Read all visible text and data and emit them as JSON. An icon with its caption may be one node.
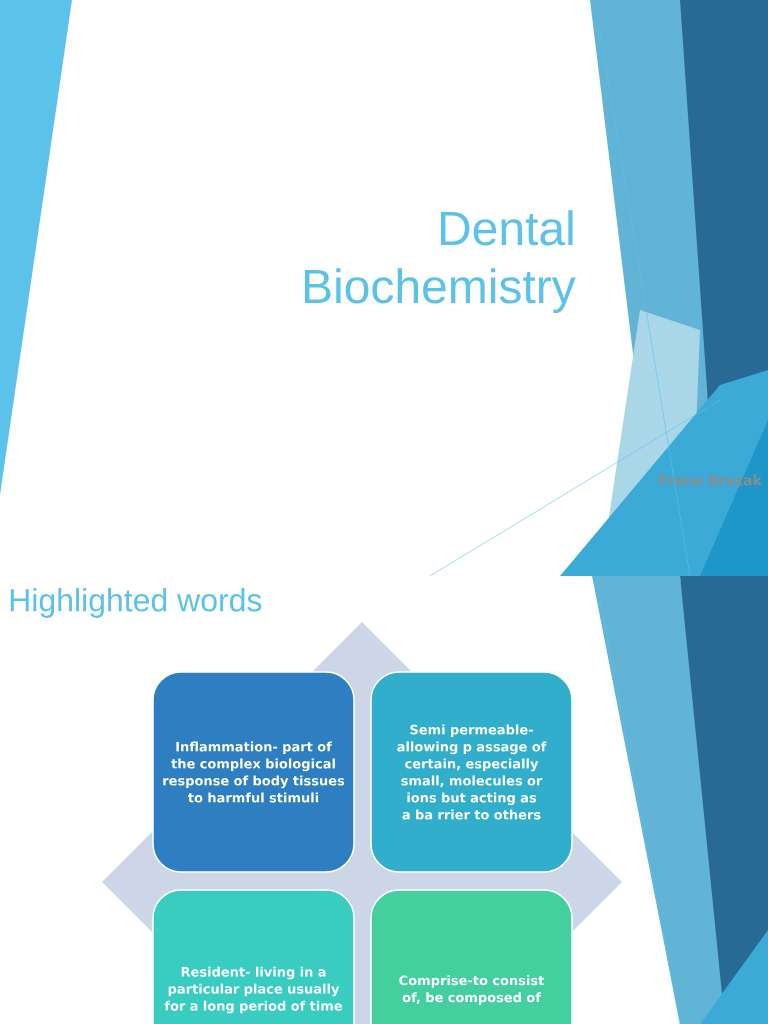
{
  "diagram": {
    "title": "Dental Biochemistry",
    "nodes": [
      {
        "text": [
          "Inflammation- part of the complex biological response of body tissues to harmful stimuli"
        ]
      },
      {
        "text": [
          "Semi permeable- allowing p assage of certain, especially small, molecules or ions but acting as a ba rrier to others"
        ]
      },
      {
        "text": [
          "Resident- living in a particular place usually for a long period of time"
        ]
      },
      {
        "text": [
          "Comprise-to consist of, be composed of"
        ]
      }
    ],
    "labels": [
      "Frano Brezak",
      "Highlighted words"
    ]
  }
}
